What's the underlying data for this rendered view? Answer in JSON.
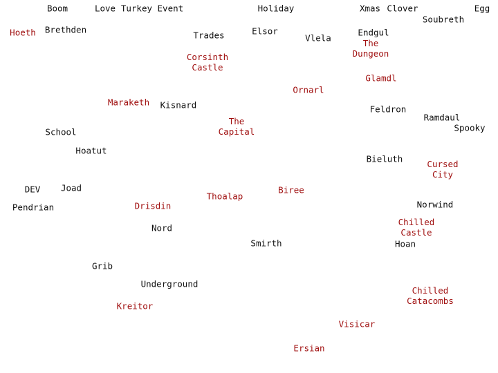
{
  "colors": {
    "normal": "#111111",
    "highlight": "#a01010"
  },
  "locations": {
    "boom": "Boom",
    "love": "Love",
    "turkey_event": "Turkey Event",
    "holiday": "Holiday",
    "xmas": "Xmas",
    "clover": "Clover",
    "egg": "Egg",
    "hoeth": "Hoeth",
    "brethden": "Brethden",
    "soubreth": "Soubreth",
    "trades": "Trades",
    "elsor": "Elsor",
    "vlela": "Vlela",
    "endgul": "Endgul",
    "the_dungeon": "The\nDungeon",
    "corsinth_castle": "Corsinth\nCastle",
    "glamdl": "Glamdl",
    "ornarl": "Ornarl",
    "maraketh": "Maraketh",
    "kisnard": "Kisnard",
    "feldron": "Feldron",
    "the_capital": "The\nCapital",
    "ramdaul": "Ramdaul",
    "spooky": "Spooky",
    "school": "School",
    "hoatut": "Hoatut",
    "bieluth": "Bieluth",
    "cursed_city": "Cursed\nCity",
    "dev": "DEV",
    "joad": "Joad",
    "biree": "Biree",
    "thoalap": "Thoalap",
    "pendrian": "Pendrian",
    "drisdin": "Drisdin",
    "norwind": "Norwind",
    "chilled_castle": "Chilled\nCastle",
    "nord": "Nord",
    "smirth": "Smirth",
    "hoan": "Hoan",
    "grib": "Grib",
    "underground": "Underground",
    "chilled_catacombs": "Chilled\nCatacombs",
    "kreitor": "Kreitor",
    "visicar": "Visicar",
    "ersian": "Ersian"
  }
}
